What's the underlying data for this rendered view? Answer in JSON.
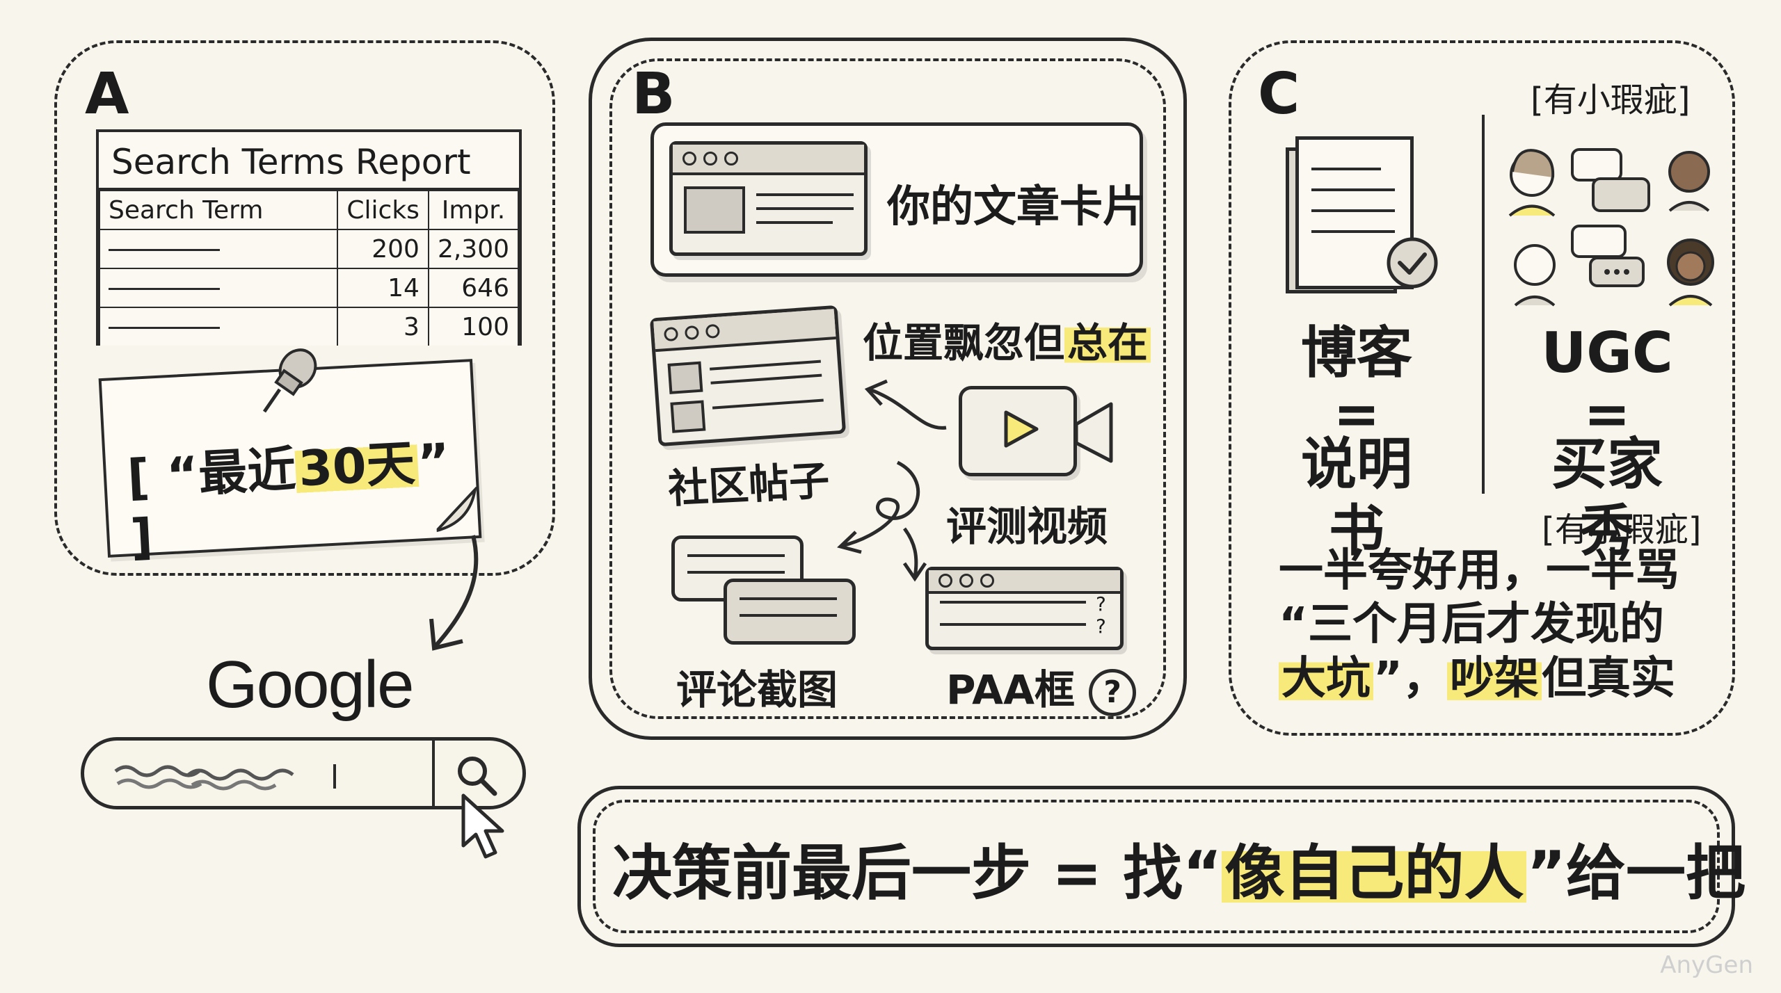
{
  "panels": {
    "a": {
      "letter": "A",
      "report_title": "Search Terms Report",
      "columns": [
        "Search Term",
        "Clicks",
        "Impr."
      ],
      "rows": [
        {
          "clicks": "200",
          "impr": "2,300"
        },
        {
          "clicks": "14",
          "impr": "646"
        },
        {
          "clicks": "3",
          "impr": "100"
        }
      ],
      "note_prefix": "[ “最近",
      "note_highlight": "30天",
      "note_suffix": "” ]",
      "google": "Google"
    },
    "b": {
      "letter": "B",
      "article_card": "你的文章卡片",
      "position_prefix": "位置飘忽但",
      "position_highlight": "总在",
      "community": "社区帖子",
      "review_video": "评测视频",
      "comment_shot": "评论截图",
      "paa": "PAA框",
      "paa_symbol": "?",
      "question_marks": [
        "?",
        "?"
      ]
    },
    "c": {
      "letter": "C",
      "blog": "博客",
      "eq1": "=",
      "manual": "说明书",
      "ugc": "UGC",
      "eq2": "=",
      "buyer_show": "买家秀",
      "flaw_tag_top": "[有小瑕疵]",
      "flaw_tag_bottom": "[有小瑕疵]",
      "quote_line1": "一半夸好用，一半骂",
      "quote_line2": "“三个月后才发现的",
      "quote_line3_hl1": "大坑",
      "quote_line3_mid": "”，",
      "quote_line3_hl2": "吵架",
      "quote_line3_end": "但真实"
    }
  },
  "bottom": {
    "prefix": "决策前最后一步 = 找“",
    "highlight": "像自己的人",
    "suffix": "”给一把"
  },
  "watermark": "AnyGen"
}
